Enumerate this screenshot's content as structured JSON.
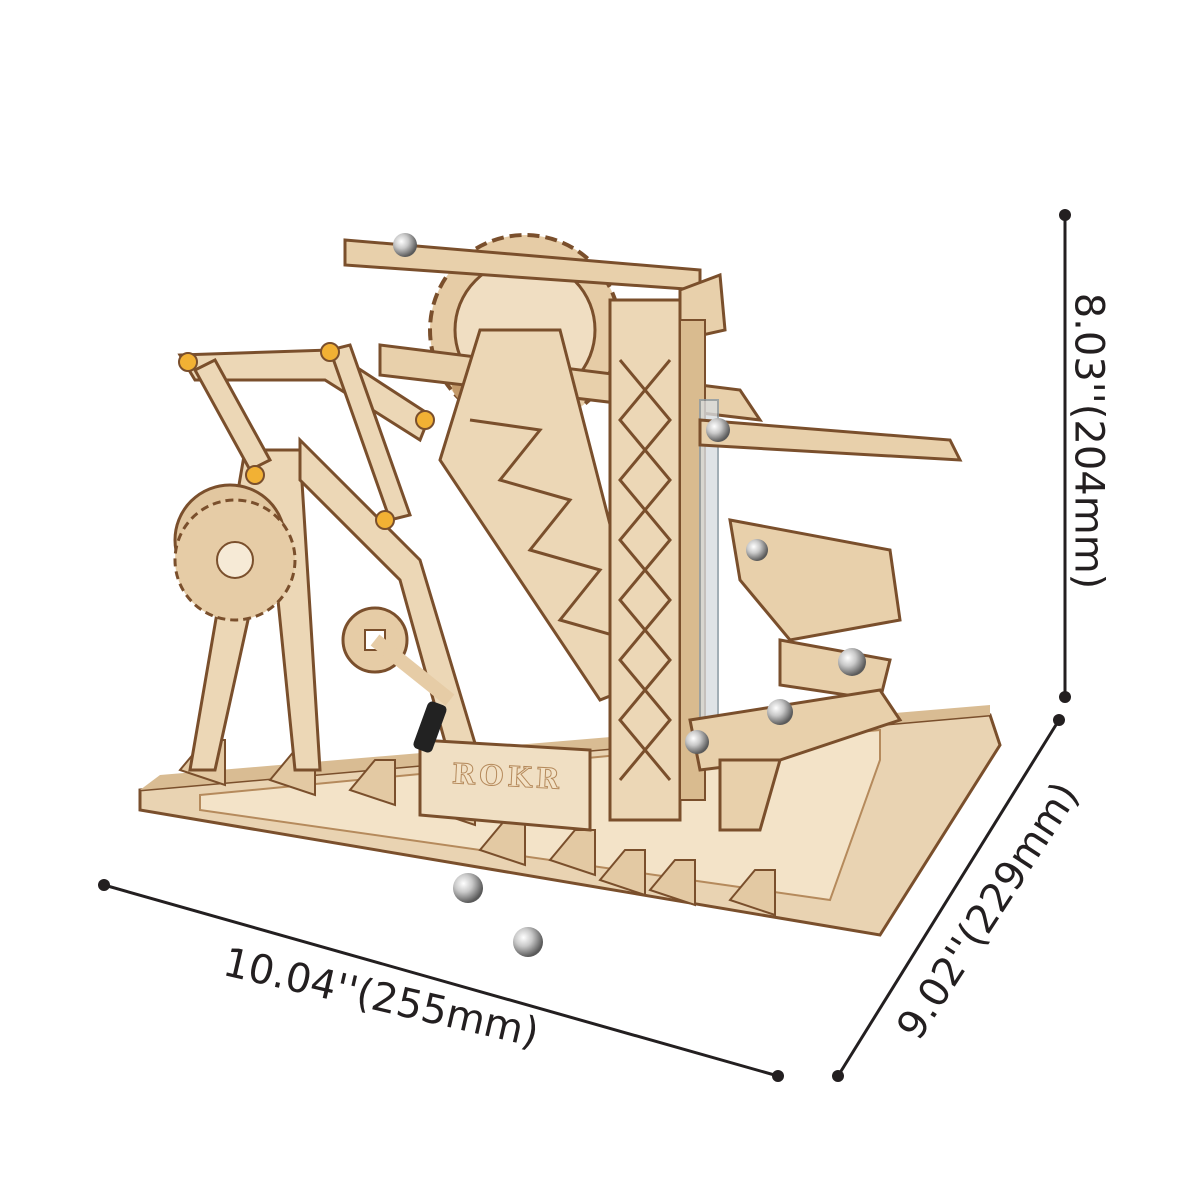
{
  "product": {
    "brand": "ROKR",
    "description": "wooden marble run tower mechanical model",
    "colors": {
      "wood": "#e9d3b2",
      "wood_dark": "#b58a5c",
      "wood_edge": "#7a4f2c",
      "accent_peg": "#f2b134",
      "marble": "#c9c9c9"
    }
  },
  "dimensions": {
    "width": {
      "label": "10.04''(255mm)",
      "inches": 10.04,
      "mm": 255
    },
    "height": {
      "label": "8.03''(204mm)",
      "inches": 8.03,
      "mm": 204
    },
    "depth": {
      "label": "9.02''(229mm)",
      "inches": 9.02,
      "mm": 229
    },
    "line_color": "#231f20"
  }
}
